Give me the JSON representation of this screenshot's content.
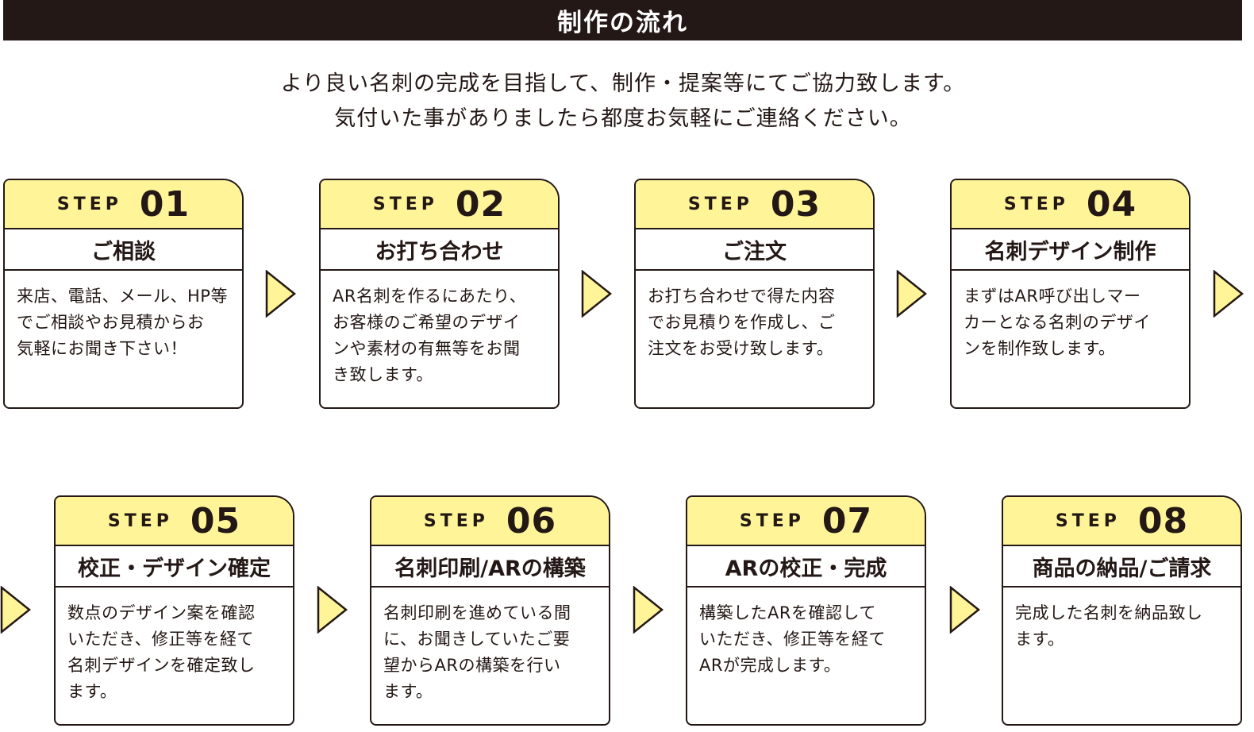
{
  "title": "制作の流れ",
  "intro": {
    "line1": "より良い名刺の完成を目指して、制作・提案等にてご協力致します。",
    "line2": "気付いた事がありましたら都度お気軽にご連絡ください。"
  },
  "step_label": "STEP",
  "steps": [
    {
      "number": "01",
      "name": "ご相談",
      "text": "来店、電話、メール、HP等\nでご相談やお見積からお\n気軽にお聞き下さい！"
    },
    {
      "number": "02",
      "name": "お打ち合わせ",
      "text": "AR名刺を作るにあたり、\nお客様のご希望のデザイ\nンや素材の有無等をお聞\nき致します。"
    },
    {
      "number": "03",
      "name": "ご注文",
      "text": "お打ち合わせで得た内容\nでお見積りを作成し、ご\n注文をお受け致します。"
    },
    {
      "number": "04",
      "name": "名刺デザイン制作",
      "text": "まずはAR呼び出しマー\nカーとなる名刺のデザイ\nンを制作致します。"
    },
    {
      "number": "05",
      "name": "校正・デザイン確定",
      "text": "数点のデザイン案を確認\nいただき、修正等を経て\n名刺デザインを確定致し\nます。"
    },
    {
      "number": "06",
      "name": "名刺印刷/ARの構築",
      "text": "名刺印刷を進めている間\nに、お聞きしていたご要\n望からARの構築を行い\nます。"
    },
    {
      "number": "07",
      "name": "ARの校正・完成",
      "text": "構築したARを確認して\nいただき、修正等を経て\nARが完成します。"
    },
    {
      "number": "08",
      "name": "商品の納品/ご請求",
      "text": "完成した名刺を納品致し\nます。"
    }
  ],
  "colors": {
    "dark": "#231815",
    "header_yellow": "#fff498",
    "arrow_yellow": "#fff498"
  },
  "icons": [
    "arrow-right-icon"
  ]
}
